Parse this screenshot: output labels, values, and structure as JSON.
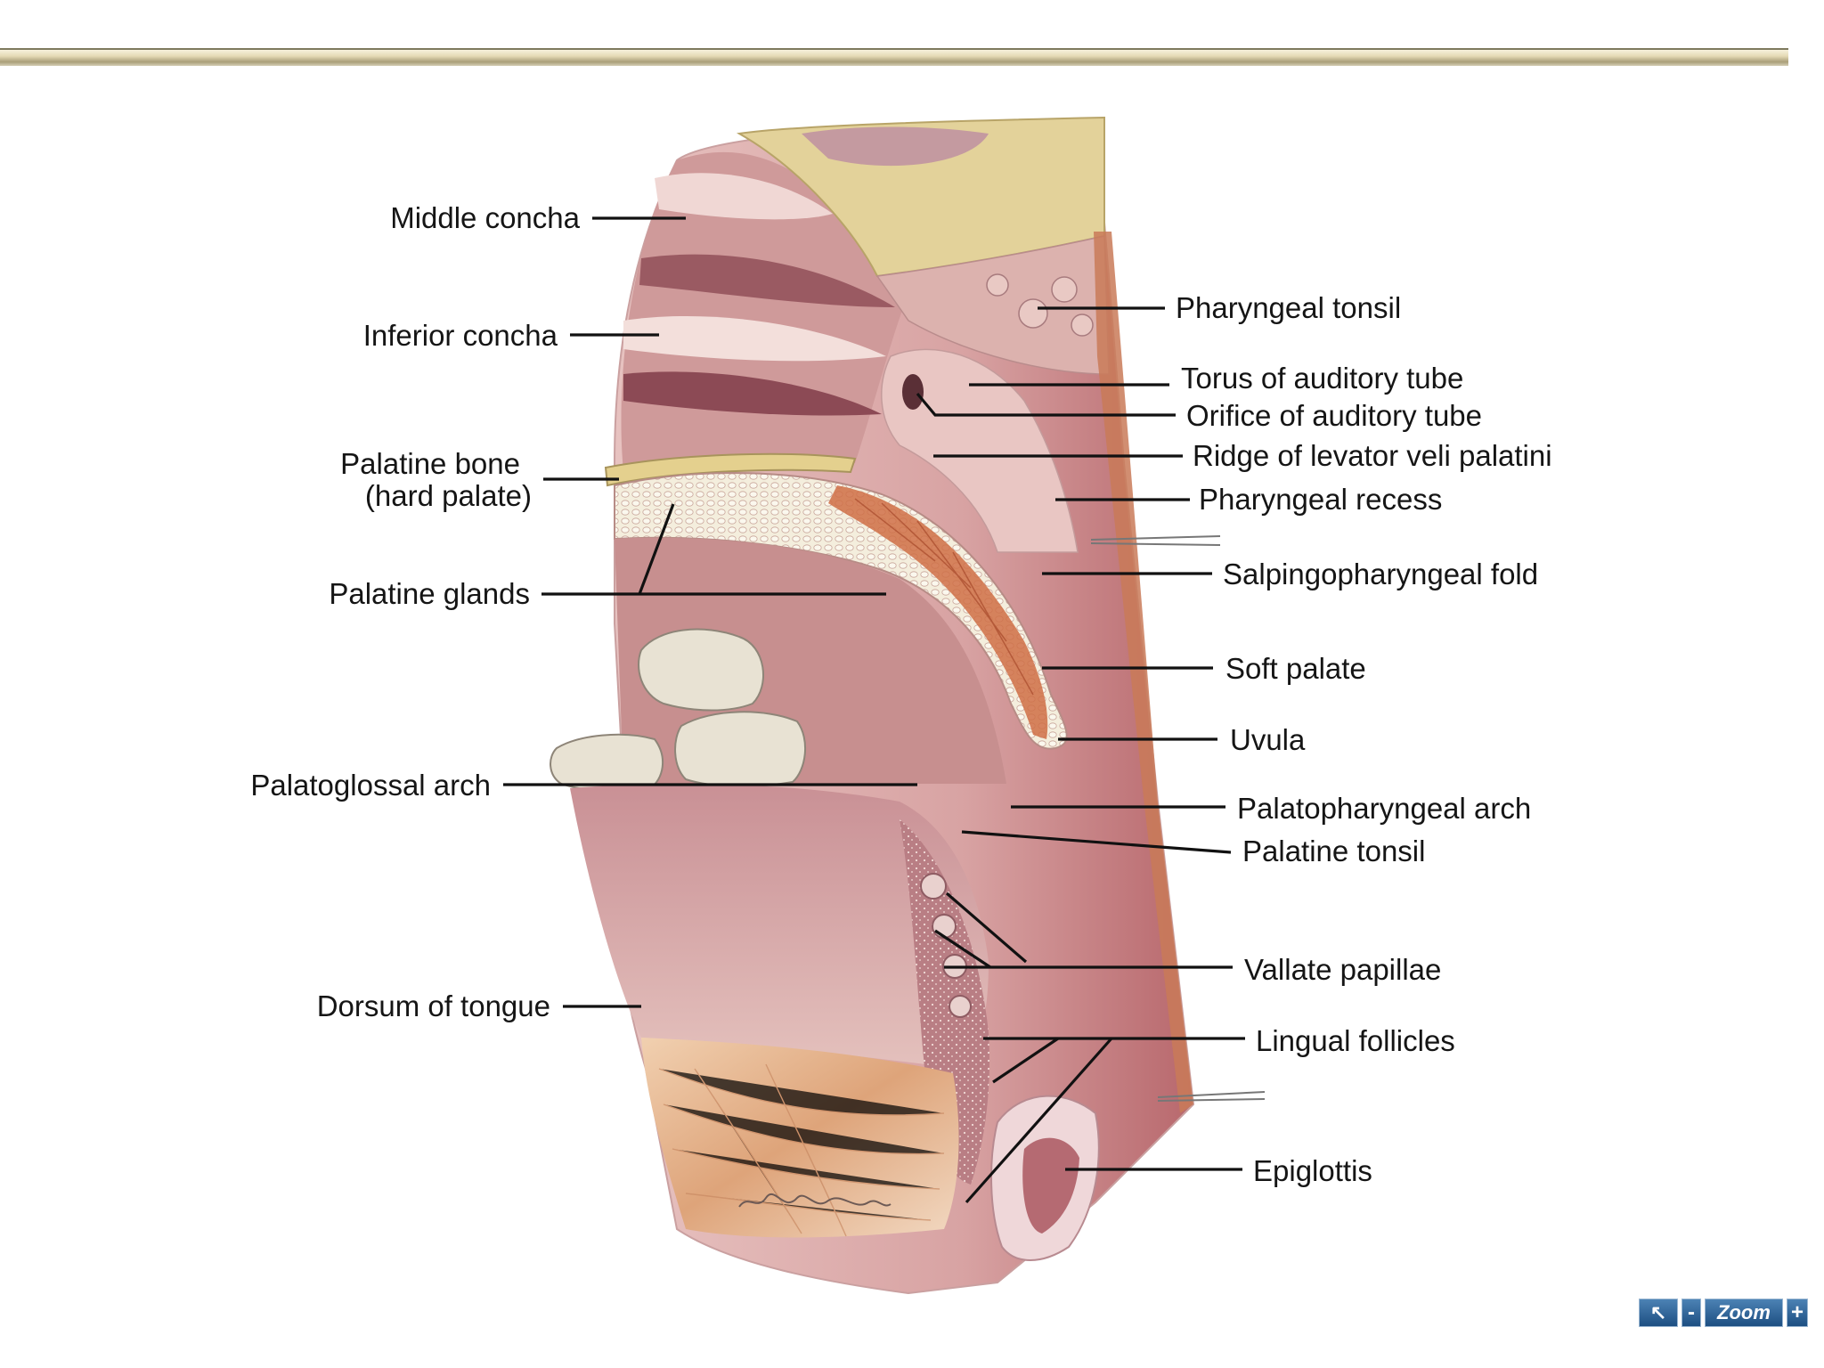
{
  "figure": {
    "labels_left": [
      {
        "id": "middle-concha",
        "lines": [
          "Middle concha"
        ]
      },
      {
        "id": "inferior-concha",
        "lines": [
          "Inferior concha"
        ]
      },
      {
        "id": "palatine-bone",
        "lines": [
          "Palatine bone",
          "(hard palate)"
        ]
      },
      {
        "id": "palatine-glands",
        "lines": [
          "Palatine glands"
        ]
      },
      {
        "id": "palatoglossal-arch",
        "lines": [
          "Palatoglossal arch"
        ]
      },
      {
        "id": "dorsum-of-tongue",
        "lines": [
          "Dorsum of tongue"
        ]
      }
    ],
    "labels_right": [
      {
        "id": "pharyngeal-tonsil",
        "lines": [
          "Pharyngeal tonsil"
        ]
      },
      {
        "id": "torus-auditory-tube",
        "lines": [
          "Torus of auditory tube"
        ]
      },
      {
        "id": "orifice-auditory-tube",
        "lines": [
          "Orifice of auditory tube"
        ]
      },
      {
        "id": "ridge-levator",
        "lines": [
          "Ridge of levator veli palatini"
        ]
      },
      {
        "id": "pharyngeal-recess",
        "lines": [
          "Pharyngeal recess"
        ]
      },
      {
        "id": "salpingopharyngeal-fold",
        "lines": [
          "Salpingopharyngeal fold"
        ]
      },
      {
        "id": "soft-palate",
        "lines": [
          "Soft palate"
        ]
      },
      {
        "id": "uvula",
        "lines": [
          "Uvula"
        ]
      },
      {
        "id": "palatopharyngeal-arch",
        "lines": [
          "Palatopharyngeal arch"
        ]
      },
      {
        "id": "palatine-tonsil",
        "lines": [
          "Palatine tonsil"
        ]
      },
      {
        "id": "vallate-papillae",
        "lines": [
          "Vallate papillae"
        ]
      },
      {
        "id": "lingual-follicles",
        "lines": [
          "Lingual follicles"
        ]
      },
      {
        "id": "epiglottis",
        "lines": [
          "Epiglottis"
        ]
      }
    ]
  },
  "zoom_control": {
    "back_icon": "back-arrow-icon",
    "minus": "-",
    "label": "Zoom",
    "plus": "+"
  },
  "colors": {
    "tissue": "#d9a7a6",
    "tissue_dark": "#b77476",
    "bone": "#e1cf93",
    "muscle": "#cf6f45",
    "tongue_muscle": "#e0b48d",
    "gland": "#f3ecd8",
    "tooth": "#e8e2d3"
  }
}
